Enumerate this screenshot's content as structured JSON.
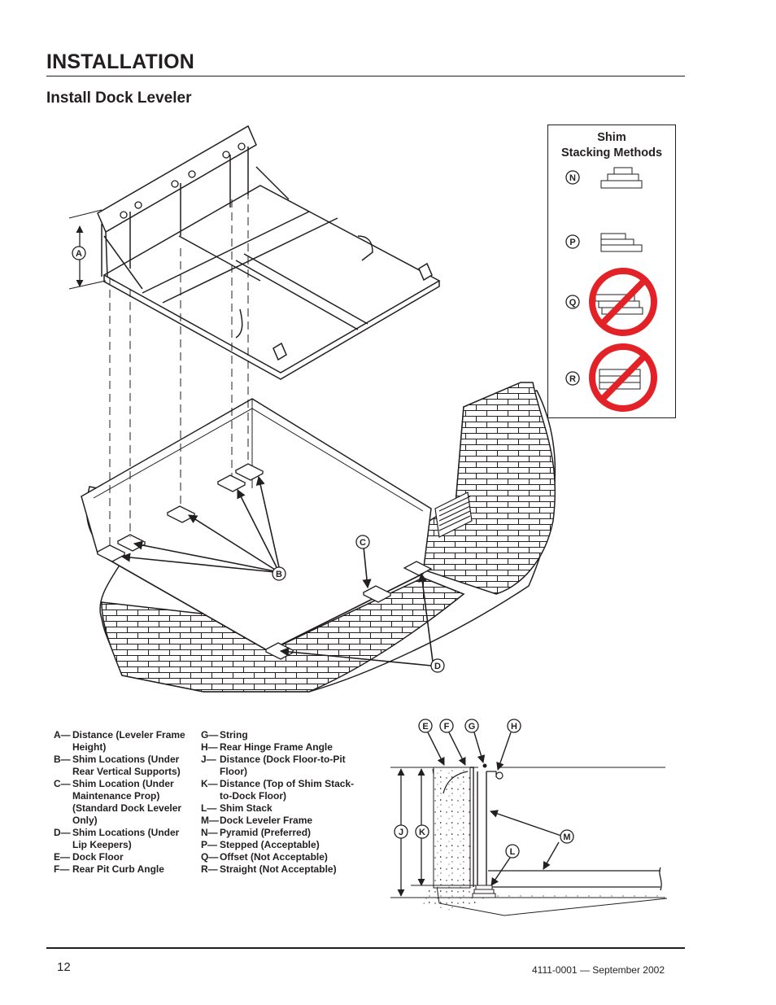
{
  "header": {
    "title": "INSTALLATION",
    "subtitle": "Install Dock Leveler"
  },
  "shim_box": {
    "title_line1": "Shim",
    "title_line2": "Stacking Methods",
    "methods": [
      {
        "letter": "N",
        "acceptable": true
      },
      {
        "letter": "P",
        "acceptable": true
      },
      {
        "letter": "Q",
        "acceptable": false
      },
      {
        "letter": "R",
        "acceptable": false
      }
    ],
    "prohibited_color": "#e32228"
  },
  "callouts": {
    "a": "A",
    "b": "B",
    "c": "C",
    "d": "D",
    "e": "E",
    "f": "F",
    "g": "G",
    "h": "H",
    "j": "J",
    "k": "K",
    "l": "L",
    "m": "M"
  },
  "legend_col1": [
    {
      "key": "A—",
      "text": "Distance (Leveler Frame Height)"
    },
    {
      "key": "B—",
      "text": "Shim Locations (Under Rear Vertical Supports)"
    },
    {
      "key": "C—",
      "text": "Shim Location (Under Maintenance Prop) (Standard Dock Leveler Only)"
    },
    {
      "key": "D—",
      "text": "Shim Locations (Under Lip Keepers)"
    },
    {
      "key": "E—",
      "text": "Dock Floor"
    },
    {
      "key": "F—",
      "text": "Rear Pit Curb Angle"
    }
  ],
  "legend_col2": [
    {
      "key": "G—",
      "text": "String"
    },
    {
      "key": "H—",
      "text": "Rear Hinge Frame Angle"
    },
    {
      "key": "J—",
      "text": "Distance (Dock Floor-to-Pit Floor)"
    },
    {
      "key": "K—",
      "text": "Distance (Top of Shim Stack-to-Dock Floor)"
    },
    {
      "key": "L—",
      "text": "Shim Stack"
    },
    {
      "key": "M—",
      "text": "Dock Leveler Frame"
    },
    {
      "key": "N—",
      "text": "Pyramid (Preferred)"
    },
    {
      "key": "P—",
      "text": "Stepped (Acceptable)"
    },
    {
      "key": "Q—",
      "text": "Offset (Not Acceptable)"
    },
    {
      "key": "R—",
      "text": "Straight (Not Acceptable)"
    }
  ],
  "footer": {
    "page_number": "12",
    "doc_id": "4111-0001 — September 2002"
  }
}
